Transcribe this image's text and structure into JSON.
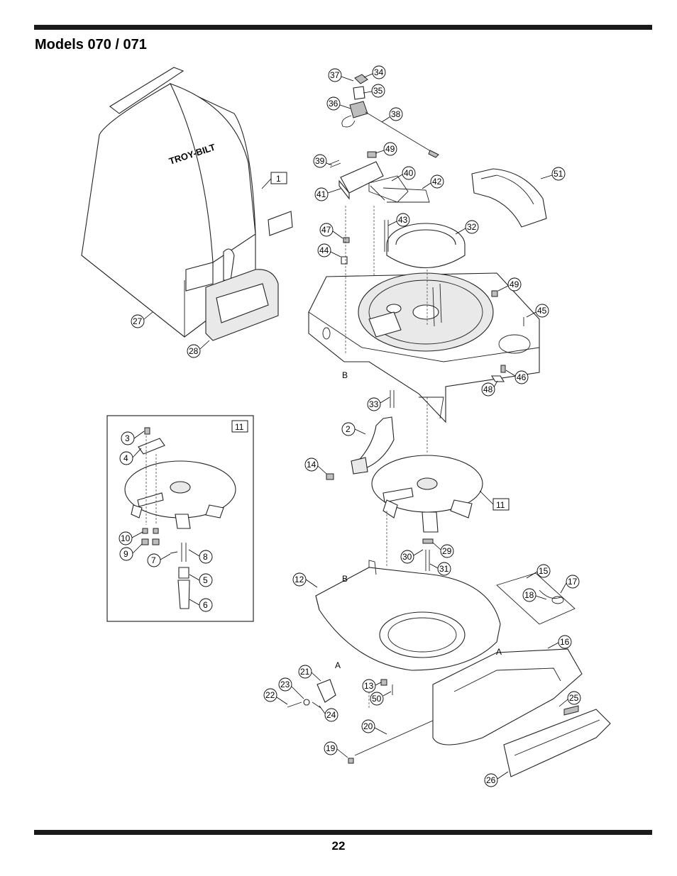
{
  "header": {
    "title": "Models 070 / 071"
  },
  "footer": {
    "page_number": "22"
  },
  "logo_text": "TROY-BILT",
  "callouts": [
    "2",
    "3",
    "4",
    "5",
    "6",
    "7",
    "8",
    "9",
    "10",
    "12",
    "13",
    "14",
    "15",
    "16",
    "17",
    "18",
    "19",
    "20",
    "21",
    "22",
    "23",
    "24",
    "25",
    "26",
    "27",
    "28",
    "29",
    "30",
    "31",
    "32",
    "33",
    "34",
    "35",
    "36",
    "37",
    "38",
    "39",
    "40",
    "41",
    "42",
    "43",
    "44",
    "45",
    "46",
    "47",
    "48",
    "49",
    "50",
    "51"
  ],
  "boxed_callouts": [
    "1",
    "11"
  ],
  "reference_letters": [
    "A",
    "B"
  ]
}
